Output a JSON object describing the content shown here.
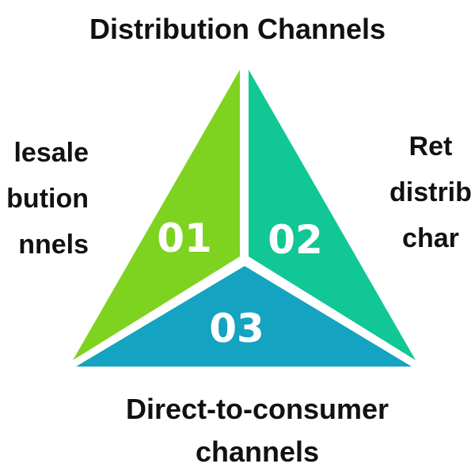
{
  "title": "Distribution Channels",
  "segments": [
    {
      "number": "01",
      "color": "#7ed321"
    },
    {
      "number": "02",
      "color": "#10c795"
    },
    {
      "number": "03",
      "color": "#14a3c0"
    }
  ],
  "labels": {
    "left": [
      "lesale",
      "bution",
      "nnels"
    ],
    "right": [
      "Ret",
      "distrib",
      "char"
    ],
    "bottom": [
      "Direct-to-consumer",
      "channels"
    ]
  }
}
